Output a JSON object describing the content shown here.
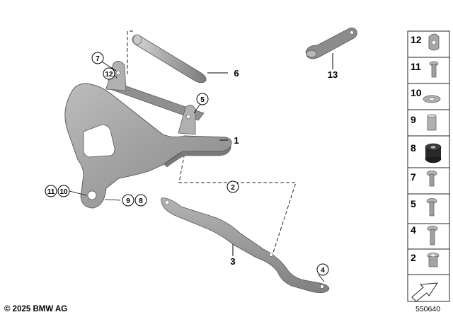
{
  "diagram": {
    "callouts": {
      "bracket": "1",
      "connector_dashed": "2",
      "bar": "3",
      "screw_bar": "4",
      "screw_upper": "5",
      "pin": "6",
      "screw_top": "7",
      "screw_bottom_a": "9",
      "screw_bottom_b": "8",
      "washer_left_a": "11",
      "washer_left_b": "10",
      "clip_top": "12",
      "strap": "13"
    },
    "side_panel": [
      {
        "num": "12",
        "icon": "clip-nut-icon"
      },
      {
        "num": "11",
        "icon": "screw-icon"
      },
      {
        "num": "10",
        "icon": "washer-icon"
      },
      {
        "num": "9",
        "icon": "spacer-sleeve-icon"
      },
      {
        "num": "8",
        "icon": "rubber-grommet-icon"
      },
      {
        "num": "7",
        "icon": "screw-icon"
      },
      {
        "num": "5",
        "icon": "screw-icon"
      },
      {
        "num": "4",
        "icon": "screw-icon"
      },
      {
        "num": "2",
        "icon": "bushing-icon"
      }
    ],
    "copyright": "© 2025 BMW AG",
    "diagram_id": "550640",
    "colors": {
      "part_fill": "#9b9b9b",
      "part_dark": "#6e6e6e",
      "part_light": "#c4c4c4",
      "outline": "#4a4a4a",
      "panel_border": "#222222"
    }
  }
}
